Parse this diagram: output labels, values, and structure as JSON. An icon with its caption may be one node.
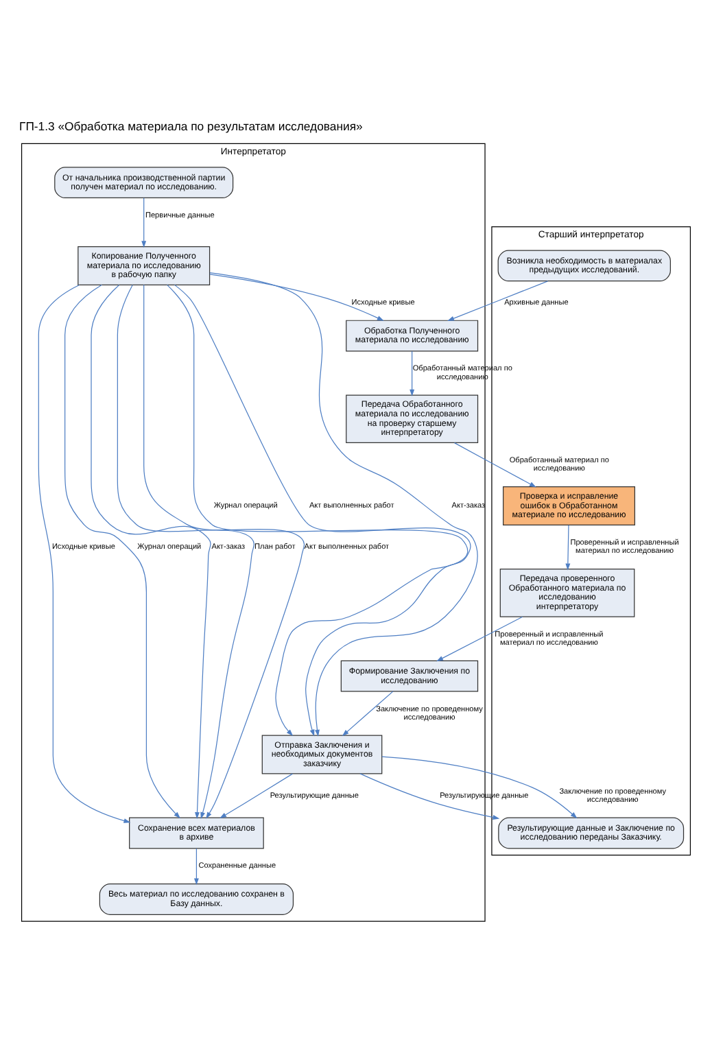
{
  "diagram": {
    "title": "ГП-1.3 «Обработка материала по результатам исследования»",
    "nodes": [
      {
        "text": [
          "Интерпретатор"
        ]
      },
      {
        "text": [
          "Старший интерпретатор"
        ]
      },
      {
        "text": [
          "От начальника производственной партии получен материал по исследованию."
        ],
        "in": 0
      },
      {
        "text": [
          "Копирование Полученного материала по исследованию в рабочую папку"
        ],
        "in": 0
      },
      {
        "text": [
          "Обработка Полученного материала по исследованию"
        ],
        "in": 0
      },
      {
        "text": [
          "Передача Обработанного материала по исследованию на проверку старшему интерпретатору"
        ],
        "in": 0
      },
      {
        "text": [
          "Формирование Заключения по исследованию"
        ],
        "in": 0
      },
      {
        "text": [
          "Отправка Заключения и необходимых документов заказчику"
        ],
        "in": 0
      },
      {
        "text": [
          "Сохранение всех материалов в архиве"
        ],
        "in": 0
      },
      {
        "text": [
          "Весь материал по исследованию сохранен в Базу данных."
        ],
        "in": 0
      },
      {
        "text": [
          "Возникла необходимость в материалах предыдущих исследований."
        ],
        "in": 1
      },
      {
        "text": [
          "Проверка и исправление ошибок в Обработанном материале по исследованию"
        ],
        "in": 1
      },
      {
        "text": [
          "Передача проверенного Обработанного материала по исследованию интерпретатору"
        ],
        "in": 1
      },
      {
        "text": [
          "Результирующие данные и Заключение по исследованию переданы Заказчику."
        ],
        "in": 1
      }
    ],
    "edges": [
      {
        "from": 2,
        "to": 3,
        "arrow": "to",
        "label": "Первичные данные"
      },
      {
        "from": 3,
        "to": 4,
        "arrow": "to",
        "label": "Исходные кривые"
      },
      {
        "from": 10,
        "to": 4,
        "arrow": "to",
        "label": "Архивные данные"
      },
      {
        "from": 4,
        "to": 5,
        "arrow": "to",
        "label": "Обработанный материал по исследованию"
      },
      {
        "from": 5,
        "to": 11,
        "arrow": "to",
        "label": "Обработанный материал по исследованию"
      },
      {
        "from": 11,
        "to": 12,
        "arrow": "to",
        "label": "Проверенный и исправленный материал по исследованию"
      },
      {
        "from": 12,
        "to": 6,
        "arrow": "to",
        "label": "Проверенный и исправленный материал по исследованию"
      },
      {
        "from": 6,
        "to": 7,
        "arrow": "to",
        "label": "Заключение по проведенному исследованию"
      },
      {
        "from": 3,
        "to": 7,
        "arrow": "to",
        "label": "Акт-заказ"
      },
      {
        "from": 3,
        "to": 7,
        "arrow": "to",
        "label": "Журнал операций"
      },
      {
        "from": 3,
        "to": 7,
        "arrow": "to",
        "label": "Акт выполненных работ"
      },
      {
        "from": 7,
        "to": 8,
        "arrow": "to",
        "label": "Результирующие данные"
      },
      {
        "from": 3,
        "to": 8,
        "arrow": "to",
        "label": "Исходные кривые"
      },
      {
        "from": 3,
        "to": 8,
        "arrow": "to",
        "label": "Журнал операций"
      },
      {
        "from": 3,
        "to": 8,
        "arrow": "to",
        "label": "Акт-заказ"
      },
      {
        "from": 3,
        "to": 8,
        "arrow": "to",
        "label": "План работ"
      },
      {
        "from": 3,
        "to": 8,
        "arrow": "to",
        "label": "Акт выполненных работ"
      },
      {
        "from": 8,
        "to": 9,
        "arrow": "to",
        "label": "Сохраненные данные"
      },
      {
        "from": 7,
        "to": 13,
        "arrow": "to",
        "label": "Результирующие данные"
      },
      {
        "from": 7,
        "to": 13,
        "arrow": "to",
        "label": "Заключение по проведенному исследованию"
      }
    ]
  }
}
